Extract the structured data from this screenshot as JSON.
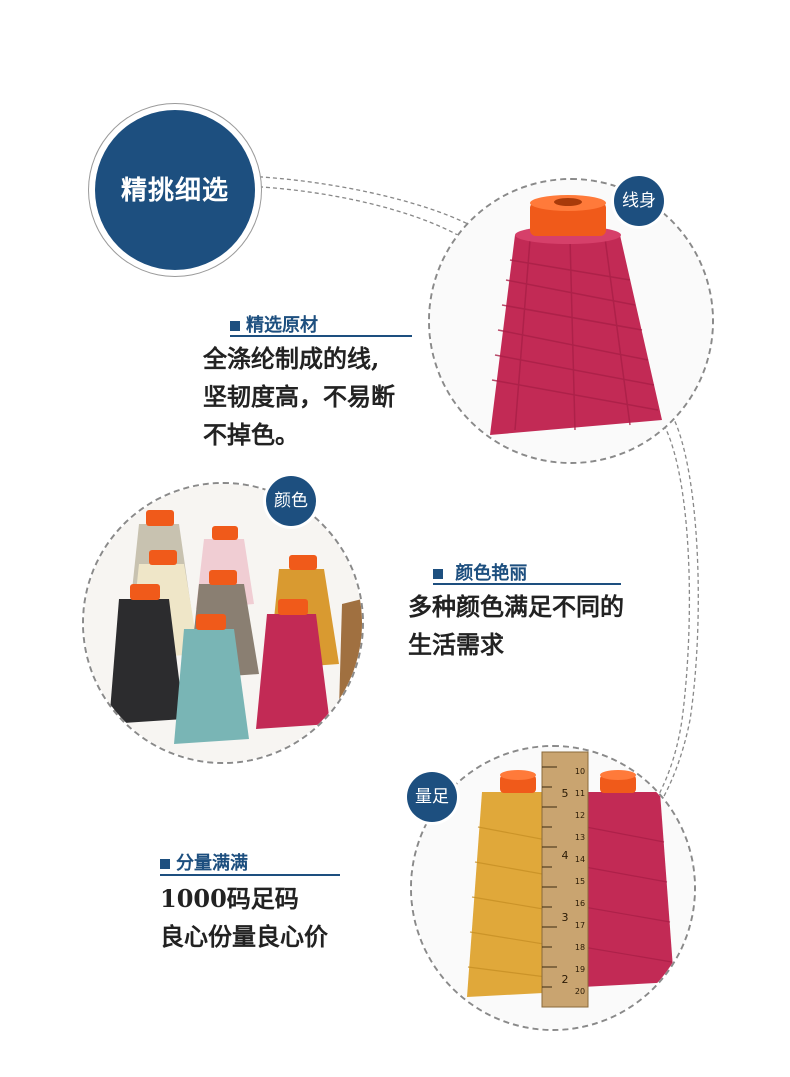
{
  "header": {
    "badge_label": "精挑细选"
  },
  "sections": [
    {
      "badge": "线身",
      "title": "精选原材",
      "lines": [
        "全涤纶制成的线,",
        "坚韧度高，不易断",
        "不掉色。"
      ]
    },
    {
      "badge": "颜色",
      "title": "颜色艳丽",
      "lines": [
        "多种颜色满足不同的",
        "生活需求"
      ]
    },
    {
      "badge": "量足",
      "title": "分量满满",
      "lines": [
        "1000码足码",
        "良心份量良心价"
      ]
    }
  ],
  "ruler": {
    "cm_labels": [
      "5",
      "4",
      "3",
      "2"
    ],
    "inch_labels": [
      "10",
      "11",
      "12",
      "13",
      "14",
      "15",
      "16",
      "17",
      "18",
      "19",
      "20"
    ]
  },
  "colors": {
    "accent": "#1d4f7f",
    "thread_pink": "#c22a55",
    "spool_orange": "#f05a1a",
    "thread_gold": "#e0a83a"
  }
}
